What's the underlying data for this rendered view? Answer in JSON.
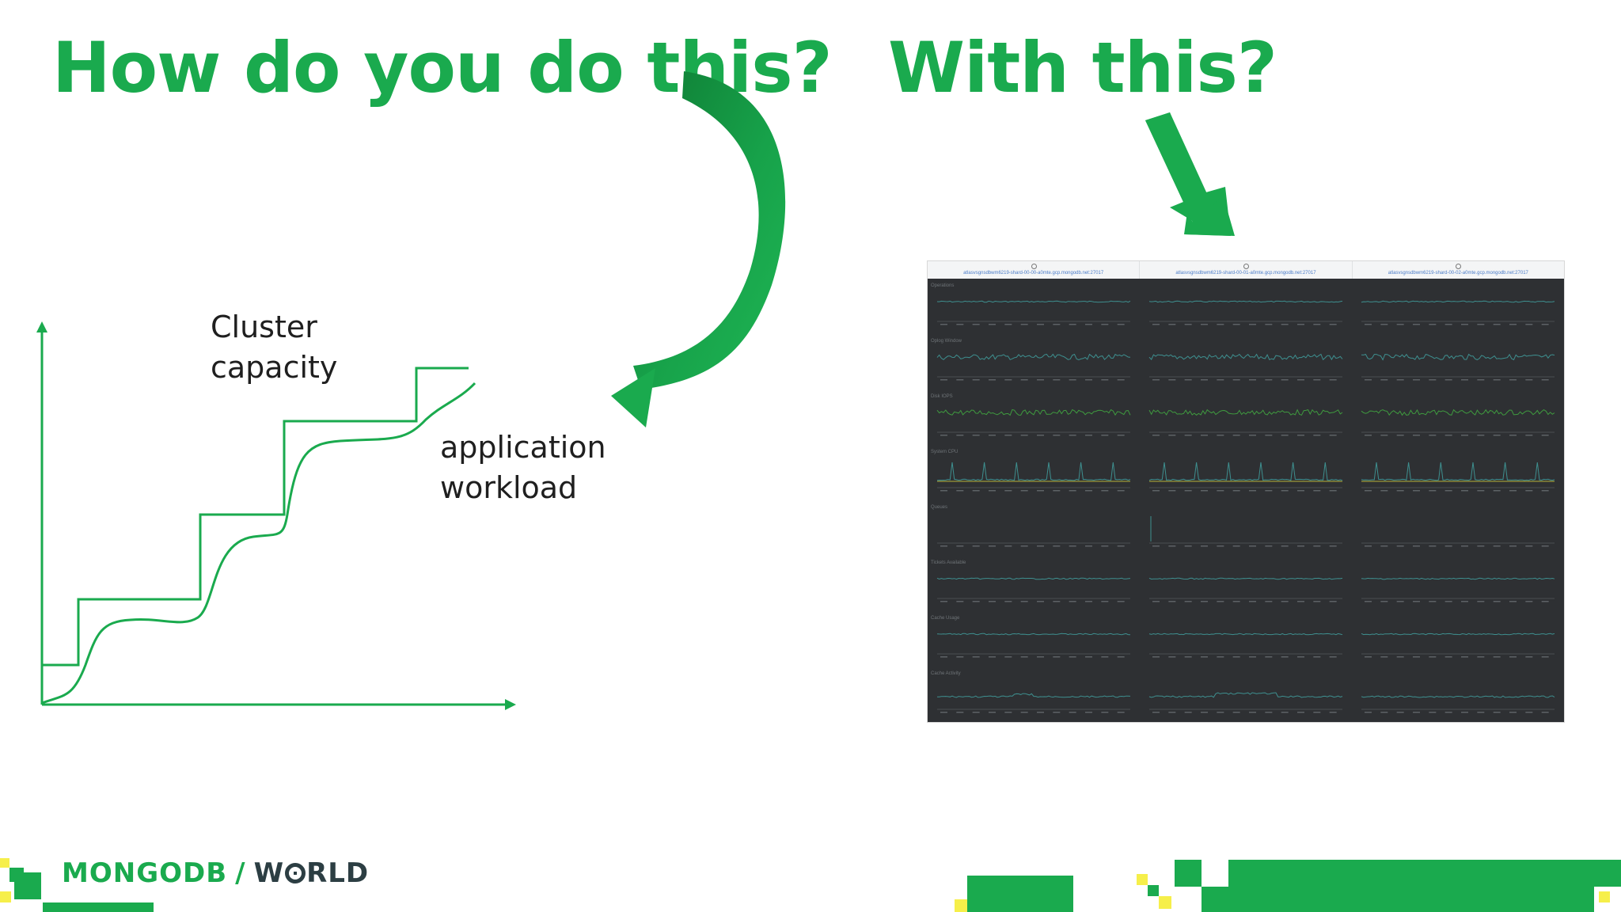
{
  "headline_left": "How do you do this?",
  "headline_right": "With this?",
  "chart": {
    "capacity_label": [
      "Cluster",
      "capacity"
    ],
    "workload_label": [
      "application",
      "workload"
    ]
  },
  "footer": {
    "logo_left": "MONGODB",
    "logo_separator": "/",
    "logo_right_pre": "W",
    "logo_right_post": "RLD"
  },
  "dashboard": {
    "hosts": [
      "atlasvsgnsdbwm6219-shard-00-00-a0mte.gcp.mongodb.net:27017",
      "atlasvsgnsdbwm6219-shard-00-01-a0mte.gcp.mongodb.net:27017",
      "atlasvsgnsdbwm6219-shard-00-02-a0mte.gcp.mongodb.net:27017"
    ],
    "rows": [
      {
        "title": "Operations",
        "kind": "flat",
        "color": "#3e8f8f"
      },
      {
        "title": "Oplog Window",
        "kind": "noisy",
        "color": "#3e8f8f"
      },
      {
        "title": "Disk IOPS",
        "kind": "noisy",
        "color": "#3f9a3f"
      },
      {
        "title": "System CPU",
        "kind": "spiky",
        "color": "#3e8f8f"
      },
      {
        "title": "Queues",
        "kind": "empty",
        "color": "#3e8f8f"
      },
      {
        "title": "Tickets Available",
        "kind": "flat",
        "color": "#3e8f8f"
      },
      {
        "title": "Cache Usage",
        "kind": "flat",
        "color": "#3e8f8f"
      },
      {
        "title": "Cache Activity",
        "kind": "bump",
        "color": "#3e8f8f"
      }
    ]
  },
  "colors": {
    "brand_green": "#1aaa4e",
    "brand_dark_green": "#13873c",
    "accent_yellow": "#f6ef4a",
    "dashboard_bg": "#2e3033",
    "logo_dark": "#2c3e43"
  }
}
